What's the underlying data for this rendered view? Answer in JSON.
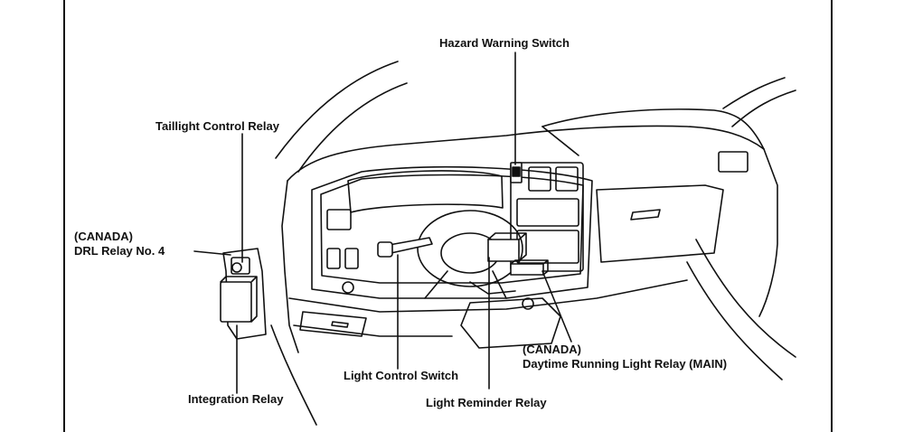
{
  "labels": {
    "hazard_warning_switch": "Hazard Warning Switch",
    "taillight_control_relay": "Taillight Control Relay",
    "drl_canada": "(CANADA)",
    "drl_relay_no4": "DRL Relay No. 4",
    "integration_relay": "Integration Relay",
    "light_control_switch": "Light Control Switch",
    "light_reminder_relay": "Light Reminder Relay",
    "daytime_canada": "(CANADA)",
    "daytime_running_light_relay": "Daytime Running Light Relay (MAIN)"
  },
  "colors": {
    "ink": "#111111",
    "background": "#ffffff"
  }
}
